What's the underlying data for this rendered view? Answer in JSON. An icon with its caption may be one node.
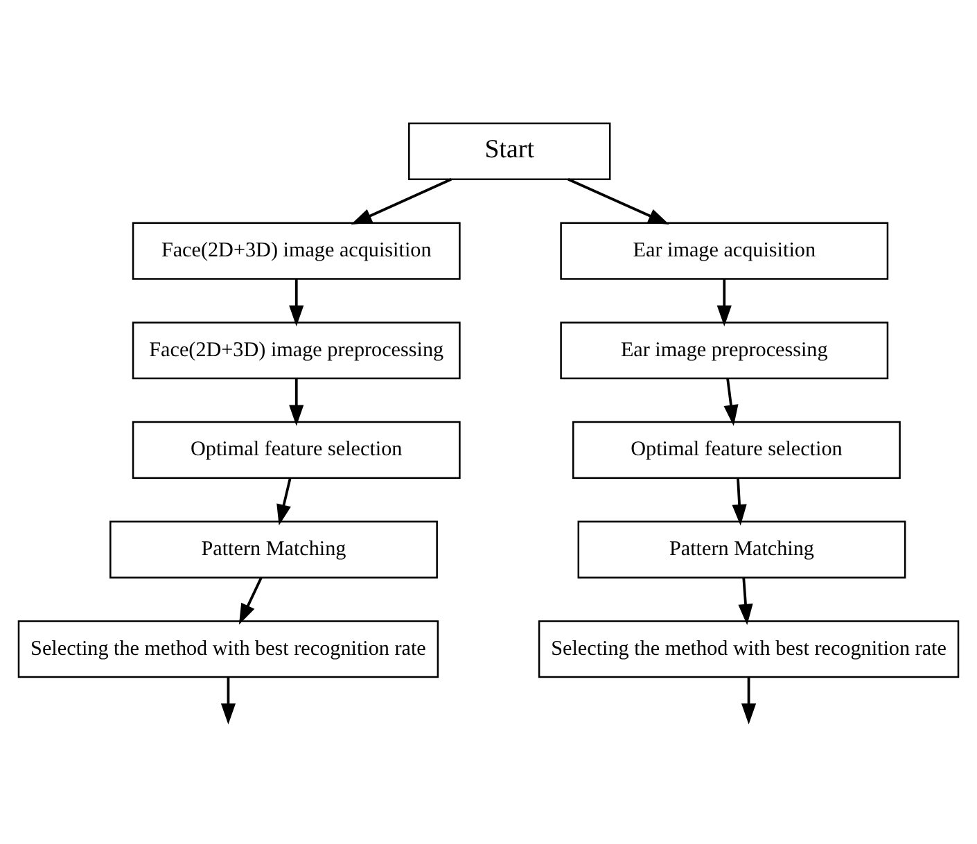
{
  "diagram": {
    "nodes": [
      {
        "text": [
          "Start"
        ]
      },
      {
        "text": [
          "Face(2D+3D) image acquisition"
        ]
      },
      {
        "text": [
          "Face(2D+3D) image preprocessing"
        ]
      },
      {
        "text": [
          "Optimal feature selection"
        ]
      },
      {
        "text": [
          "Pattern Matching"
        ]
      },
      {
        "text": [
          "Selecting the method with best recognition rate"
        ]
      },
      {
        "text": [
          "Ear image acquisition"
        ]
      },
      {
        "text": [
          "Ear image preprocessing"
        ]
      },
      {
        "text": [
          "Optimal feature selection"
        ]
      },
      {
        "text": [
          "Pattern Matching"
        ]
      },
      {
        "text": [
          "Selecting the method with best recognition rate"
        ]
      }
    ],
    "edges": [
      {
        "from": 0,
        "to": 1,
        "arrow": "to"
      },
      {
        "from": 0,
        "to": 6,
        "arrow": "to"
      },
      {
        "from": 1,
        "to": 2,
        "arrow": "to"
      },
      {
        "from": 2,
        "to": 3,
        "arrow": "to"
      },
      {
        "from": 3,
        "to": 4,
        "arrow": "to"
      },
      {
        "from": 4,
        "to": 5,
        "arrow": "to"
      },
      {
        "from": 5,
        "to": null,
        "arrow": "to"
      },
      {
        "from": 6,
        "to": 7,
        "arrow": "to"
      },
      {
        "from": 7,
        "to": 8,
        "arrow": "to"
      },
      {
        "from": 8,
        "to": 9,
        "arrow": "to"
      },
      {
        "from": 9,
        "to": 10,
        "arrow": "to"
      },
      {
        "from": 10,
        "to": null,
        "arrow": "to"
      }
    ]
  }
}
